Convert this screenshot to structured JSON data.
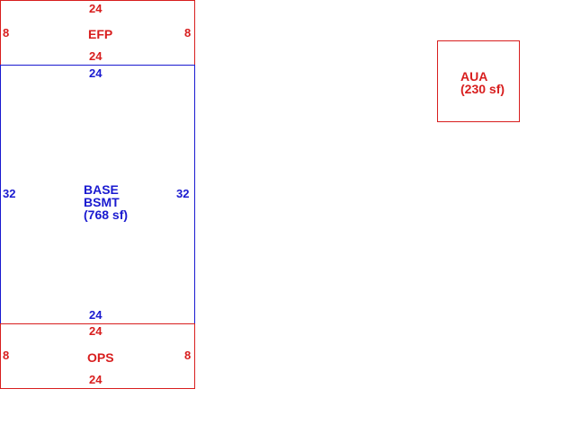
{
  "colors": {
    "addition": "#d81e1e",
    "base": "#1a1ad0"
  },
  "areas": {
    "efp": {
      "label": "EFP",
      "top": "24",
      "bottom": "24",
      "left": "8",
      "right": "8"
    },
    "base": {
      "label_line1": "BASE",
      "label_line2": "BSMT",
      "label_line3": "(768 sf)",
      "top": "24",
      "bottom": "24",
      "left": "32",
      "right": "32"
    },
    "ops": {
      "label": "OPS",
      "top": "24",
      "bottom": "24",
      "left": "8",
      "right": "8"
    },
    "aua": {
      "label_line1": "AUA",
      "label_line2": "(230 sf)"
    }
  }
}
